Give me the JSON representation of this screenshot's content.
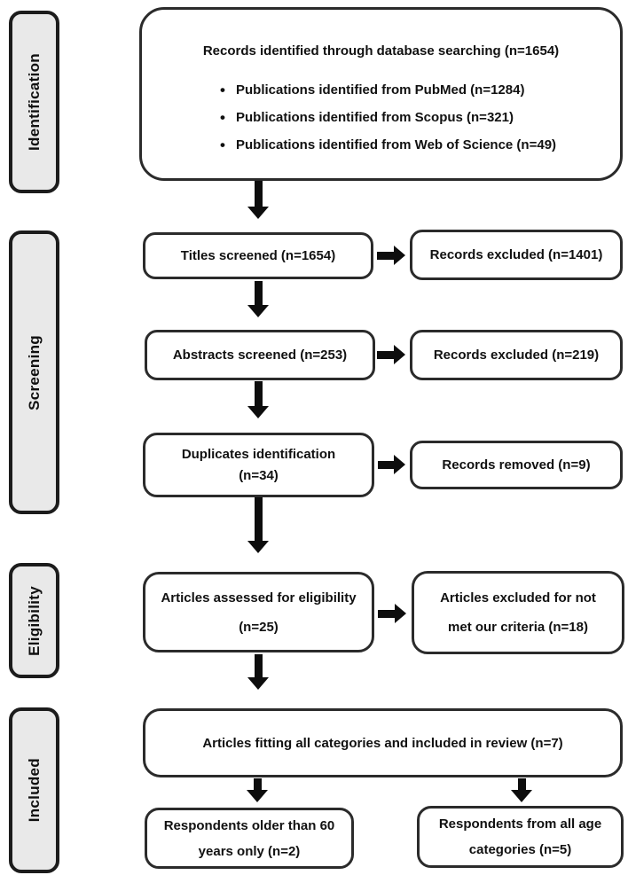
{
  "diagram": {
    "type": "prisma_flow_diagram",
    "stages": [
      {
        "label": "Identification"
      },
      {
        "label": "Screening"
      },
      {
        "label": "Eligibility"
      },
      {
        "label": "Included"
      }
    ],
    "boxes": {
      "records_identified": {
        "title": "Records identified through database searching (n=1654)",
        "bullets": [
          "Publications identified from PubMed (n=1284)",
          "Publications identified from Scopus (n=321)",
          "Publications identified from Web of Science (n=49)"
        ]
      },
      "titles_screened": {
        "text": "Titles screened (n=1654)"
      },
      "records_excluded_titles": {
        "text": "Records excluded (n=1401)"
      },
      "abstracts_screened": {
        "text": "Abstracts screened (n=253)"
      },
      "records_excluded_abstracts": {
        "text": "Records excluded (n=219)"
      },
      "duplicates_identification": {
        "lines": [
          "Duplicates identification",
          "(n=34)"
        ]
      },
      "records_removed": {
        "text": "Records removed (n=9)"
      },
      "articles_assessed": {
        "lines": [
          "Articles assessed for eligibility",
          "(n=25)"
        ]
      },
      "articles_excluded": {
        "lines": [
          "Articles excluded for not",
          "met our criteria (n=18)"
        ]
      },
      "articles_included": {
        "text": "Articles fitting all categories and included in review (n=7)"
      },
      "respondents_older": {
        "lines": [
          "Respondents older than 60",
          "years only (n=2)"
        ]
      },
      "respondents_all_ages": {
        "lines": [
          "Respondents from all age",
          "categories (n=5)"
        ]
      }
    },
    "colors": {
      "box_border": "#2b2b2b",
      "stage_border": "#1c1c1c",
      "stage_fill": "#e9e9e9",
      "box_fill": "#ffffff",
      "arrow": "#0d0d0d",
      "text": "#111111"
    }
  }
}
